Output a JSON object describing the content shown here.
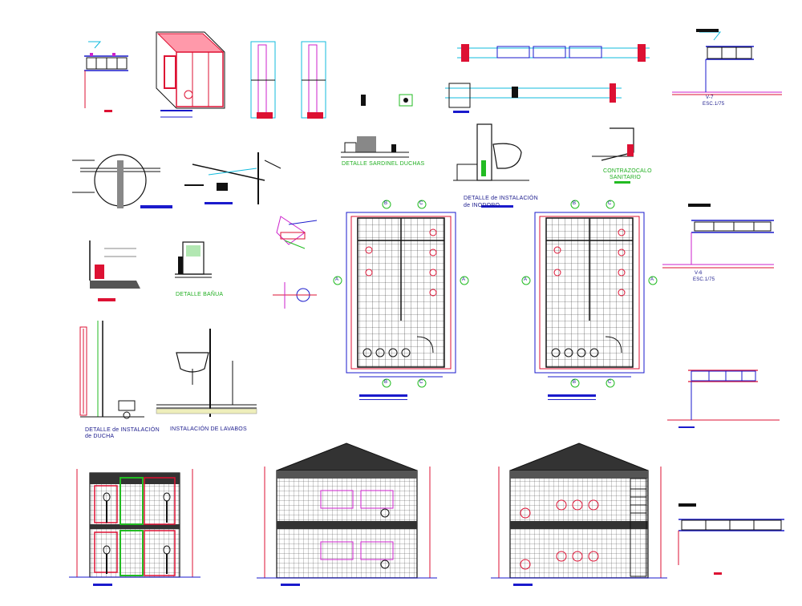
{
  "sheet": {
    "background": "#ffffff",
    "palette": {
      "blue": "#1a1acc",
      "red": "#dd1133",
      "green": "#22bb22",
      "magenta": "#cc22cc",
      "cyan": "#11bbdd",
      "black": "#111111",
      "grey": "#888888",
      "roof": "#333333"
    }
  },
  "labels": {
    "sardinel": "DETALLE SARDINEL DUCHAS",
    "inodoro_line1": "DETALLE de INSTALACIÓN",
    "inodoro_line2": "de INODORO",
    "contrazocalo_line1": "CONTRAZOCALO",
    "contrazocalo_line2": "SANITARIO",
    "banua": "DETALLE BAÑUA",
    "ducha_line1": "DETALLE de INSTALACIÓN",
    "ducha_line2": "de DUCHA",
    "lavabos": "INSTALACIÓN DE LAVABOS",
    "v7": "V-7",
    "v7_scale": "ESC.1/75",
    "v6": "V-6",
    "v6_scale": "ESC.1/75"
  },
  "grid_axes": {
    "top": [
      "B",
      "C"
    ],
    "bottom": [
      "B",
      "C"
    ],
    "sides": [
      "A",
      "A"
    ]
  }
}
